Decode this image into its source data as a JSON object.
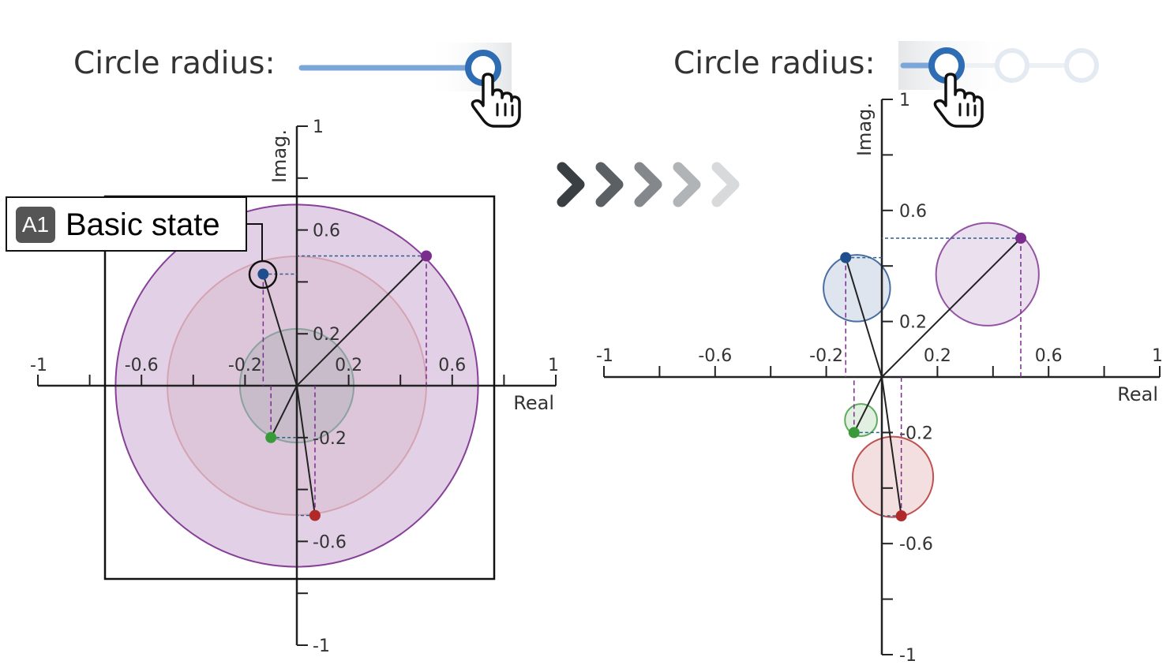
{
  "left_panel": {
    "slider": {
      "label": "Circle radius:",
      "level": 1.0
    },
    "annotation": {
      "badge": "A1",
      "text": "Basic state"
    }
  },
  "right_panel": {
    "slider": {
      "label": "Circle radius:",
      "level": 0.0
    }
  },
  "transition_arrows": {
    "count": 5,
    "colors": [
      "#3a3f44",
      "#5b6065",
      "#84888c",
      "#b1b4b7",
      "#d7d9db"
    ]
  },
  "colors": {
    "slider_track": "#7ba7d8",
    "slider_thumb": "#2e6db4",
    "axis": "#222222"
  },
  "chart_data": [
    {
      "type": "scatter",
      "title": "",
      "xlabel": "Real",
      "ylabel": "Imag.",
      "xlim": [
        -1,
        1
      ],
      "ylim": [
        -1,
        1
      ],
      "x_tick_labels": [
        "-1",
        "-0.6",
        "-0.2",
        "0.2",
        "0.6",
        "1"
      ],
      "y_tick_labels": [
        "1",
        "0.6",
        "0.2",
        "-0.2",
        "-0.6",
        "-1"
      ],
      "grid": false,
      "radius_mode": "cumulative",
      "series": [
        {
          "color": "#1f4e8c",
          "x": -0.13,
          "y": 0.43,
          "radius": 0.22
        },
        {
          "color": "#7b2d8e",
          "x": 0.5,
          "y": 0.5,
          "radius": 0.7
        },
        {
          "color": "#3a9a3a",
          "x": -0.1,
          "y": -0.2,
          "radius": 0.22
        },
        {
          "color": "#b02a2a",
          "x": 0.07,
          "y": -0.5,
          "radius": 0.5
        }
      ]
    },
    {
      "type": "scatter",
      "title": "",
      "xlabel": "Real",
      "ylabel": "Imag.",
      "xlim": [
        -1,
        1
      ],
      "ylim": [
        -1,
        1
      ],
      "x_tick_labels": [
        "-1",
        "-0.6",
        "-0.2",
        "0.2",
        "0.6",
        "1"
      ],
      "y_tick_labels": [
        "1",
        "0.6",
        "0.2",
        "-0.2",
        "-0.6",
        "-1"
      ],
      "grid": false,
      "radius_mode": "individual",
      "series": [
        {
          "color": "#1f4e8c",
          "x": -0.13,
          "y": 0.43,
          "radius": 0.12,
          "center": [
            -0.09,
            0.32
          ]
        },
        {
          "color": "#7b2d8e",
          "x": 0.5,
          "y": 0.5,
          "radius": 0.185,
          "center": [
            0.38,
            0.37
          ]
        },
        {
          "color": "#3a9a3a",
          "x": -0.1,
          "y": -0.2,
          "radius": 0.058,
          "center": [
            -0.075,
            -0.155
          ]
        },
        {
          "color": "#b02a2a",
          "x": 0.07,
          "y": -0.5,
          "radius": 0.145,
          "center": [
            0.04,
            -0.36
          ]
        }
      ]
    }
  ]
}
